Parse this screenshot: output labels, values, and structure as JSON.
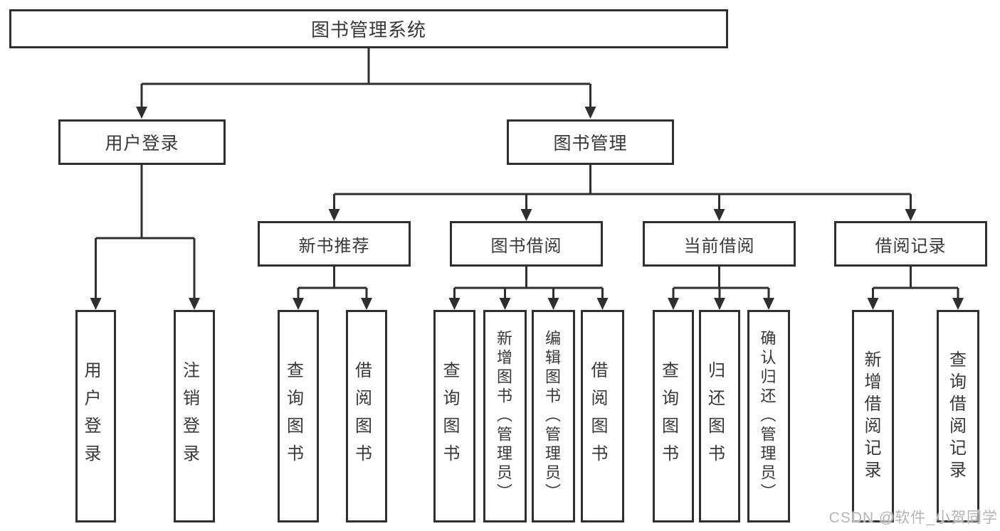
{
  "colors": {
    "line": "#2f2f2f",
    "box_border": "#2f2f2f",
    "text": "#383838",
    "watermark": "#b5b5b5",
    "background": "#ffffff"
  },
  "tree": {
    "root": {
      "label": "图书管理系统"
    },
    "branches": [
      {
        "label": "用户登录",
        "children": [
          {
            "label": "用户登录"
          },
          {
            "label": "注销登录"
          }
        ]
      },
      {
        "label": "图书管理",
        "children": [
          {
            "label": "新书推荐",
            "children": [
              {
                "label": "查询图书"
              },
              {
                "label": "借阅图书"
              }
            ]
          },
          {
            "label": "图书借阅",
            "children": [
              {
                "label": "查询图书"
              },
              {
                "label": "新增图书（管理员）"
              },
              {
                "label": "编辑图书（管理员）"
              },
              {
                "label": "借阅图书"
              }
            ]
          },
          {
            "label": "当前借阅",
            "children": [
              {
                "label": "查询图书"
              },
              {
                "label": "归还图书"
              },
              {
                "label": "确认归还（管理员）"
              }
            ]
          },
          {
            "label": "借阅记录",
            "children": [
              {
                "label": "新增借阅记录"
              },
              {
                "label": "查询借阅记录"
              }
            ]
          }
        ]
      }
    ]
  },
  "watermark": {
    "text": "CSDN @软件_小贺同学"
  }
}
